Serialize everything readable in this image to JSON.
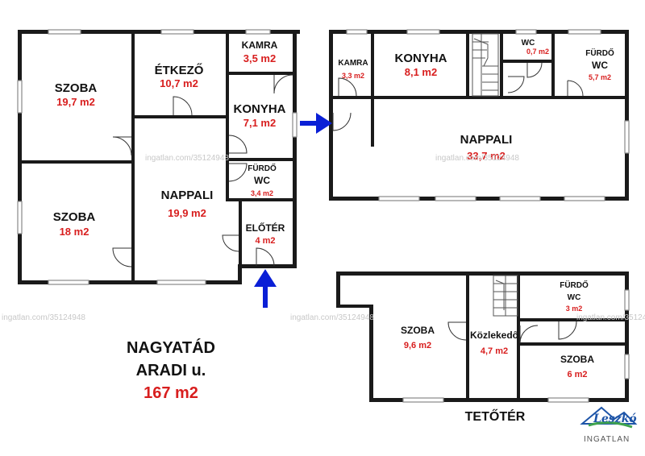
{
  "watermark": "ingatlan.com/35124948",
  "address": {
    "city": "NAGYATÁD",
    "street": "ARADI u.",
    "total_area": "167 m2"
  },
  "upper_floor_label": "TETŐTÉR",
  "logo": {
    "script": "Leszkó",
    "sub": "INGATLAN"
  },
  "colors": {
    "wall": "#1a1a1a",
    "area_text": "#d81e1e",
    "arrow": "#0a1fd6",
    "logo": "#1e55a8"
  },
  "rooms": {
    "szoba_1": {
      "name": "SZOBA",
      "area": "19,7 m2"
    },
    "etkezo": {
      "name": "ÉTKEZŐ",
      "area": "10,7 m2"
    },
    "kamra_1": {
      "name": "KAMRA",
      "area": "3,5 m2"
    },
    "konyha_1": {
      "name": "KONYHA",
      "area": "7,1 m2"
    },
    "furdo_1": {
      "name1": "FÜRDŐ",
      "name2": "WC",
      "area": "3,4 m2"
    },
    "szoba_2": {
      "name": "SZOBA",
      "area": "18 m2"
    },
    "nappali_1": {
      "name": "NAPPALI",
      "area": "19,9 m2"
    },
    "eloter": {
      "name": "ELŐTÉR",
      "area": "4 m2"
    },
    "kamra_2": {
      "name": "KAMRA",
      "area": "3,3 m2"
    },
    "konyha_2": {
      "name": "KONYHA",
      "area": "8,1 m2"
    },
    "wc": {
      "name": "WC",
      "area": "0,7 m2"
    },
    "furdo_2": {
      "name1": "FÜRDŐ",
      "name2": "WC",
      "area": "5,7 m2"
    },
    "nappali_2": {
      "name": "NAPPALI",
      "area": "33,7 m2"
    },
    "szoba_3": {
      "name": "SZOBA",
      "area": "9,6 m2"
    },
    "kozlekedo": {
      "name": "Közlekedő",
      "area": "4,7 m2"
    },
    "furdo_3": {
      "name1": "FÜRDŐ",
      "name2": "WC",
      "area": "3 m2"
    },
    "szoba_4": {
      "name": "SZOBA",
      "area": "6 m2"
    }
  }
}
